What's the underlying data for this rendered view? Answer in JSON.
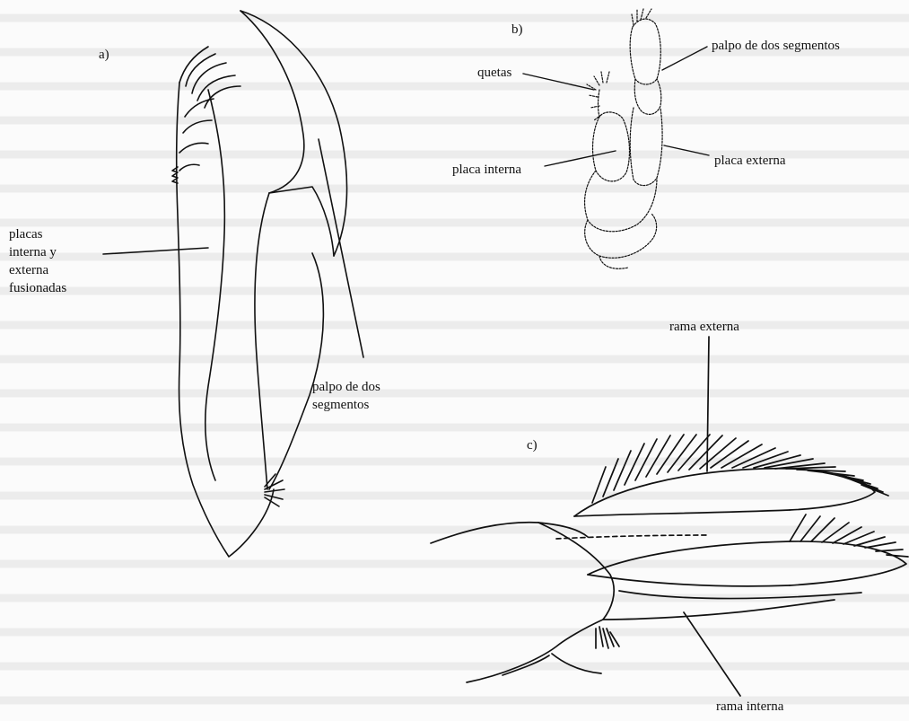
{
  "figure": {
    "panel_a": {
      "letter": "a)",
      "label_placas_line1": "placas",
      "label_placas_line2": "interna y",
      "label_placas_line3": "externa",
      "label_placas_line4": "fusionadas",
      "label_palpo_line1": "palpo de dos",
      "label_palpo_line2": "segmentos"
    },
    "panel_b": {
      "letter": "b)",
      "label_palpo": "palpo de dos segmentos",
      "label_quetas": "quetas",
      "label_placa_interna": "placa interna",
      "label_placa_externa": "placa externa"
    },
    "panel_c": {
      "letter": "c)",
      "label_rama_externa": "rama externa",
      "label_rama_interna": "rama interna"
    }
  }
}
